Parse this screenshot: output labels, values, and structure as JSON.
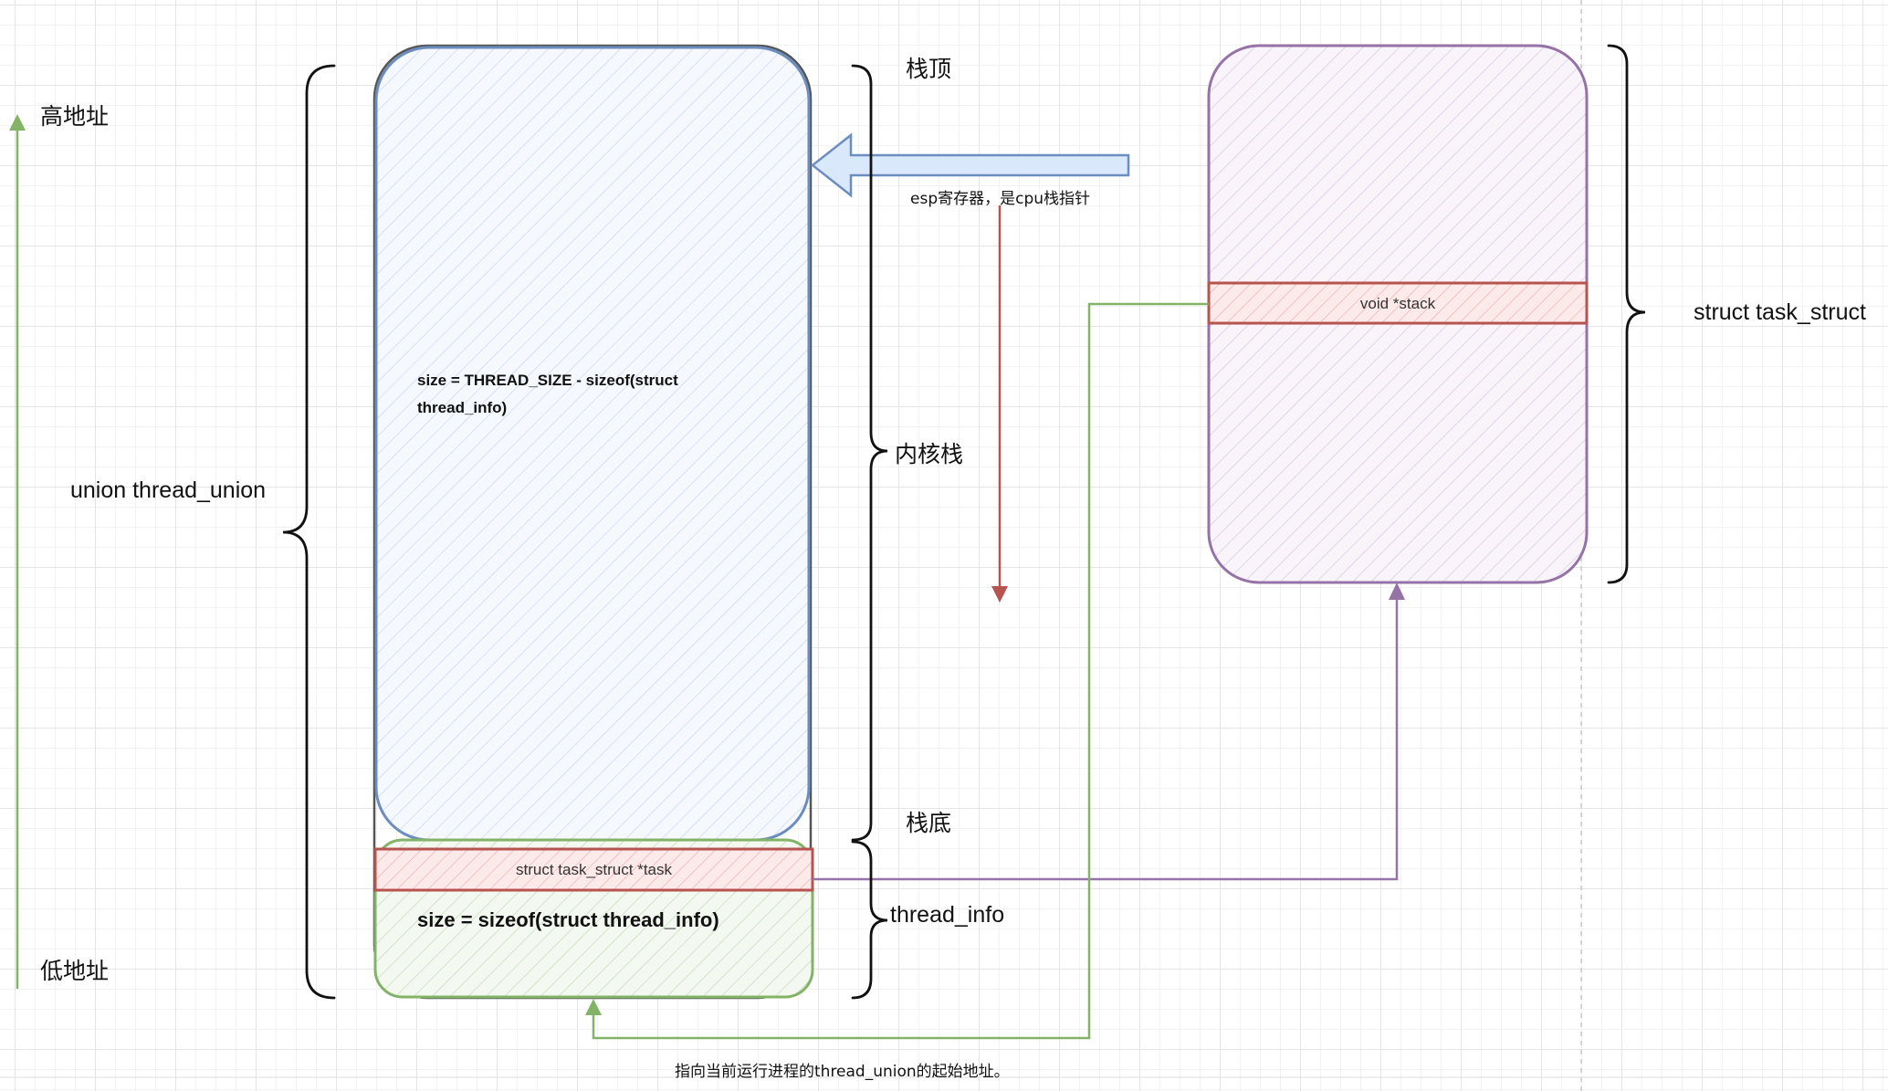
{
  "labels": {
    "high_addr": "高地址",
    "low_addr": "低地址",
    "union_name": "union  thread_union",
    "stack_top": "栈顶",
    "kernel_stack": "内核栈",
    "stack_bottom": "栈底",
    "thread_info": "thread_info",
    "task_struct": "struct task_struct",
    "esp_note": "esp寄存器，是cpu栈指针",
    "stack_size_line1": "size = THREAD_SIZE - sizeof(struct",
    "stack_size_line2": "thread_info)",
    "task_field": "struct task_struct *task",
    "thread_info_size": "size = sizeof(struct thread_info)",
    "void_stack_field": "void *stack",
    "bottom_note": "指向当前运行进程的thread_union的起始地址。"
  },
  "colors": {
    "blue_stroke": "#6c8ebf",
    "blue_fill": "#dae8fc",
    "green_stroke": "#82b366",
    "green_fill": "#d5e8d4",
    "red_stroke": "#b85450",
    "red_fill": "#f8cecc",
    "purple_stroke": "#9673a6",
    "purple_fill": "#e1d5e7",
    "brace": "#111111"
  }
}
